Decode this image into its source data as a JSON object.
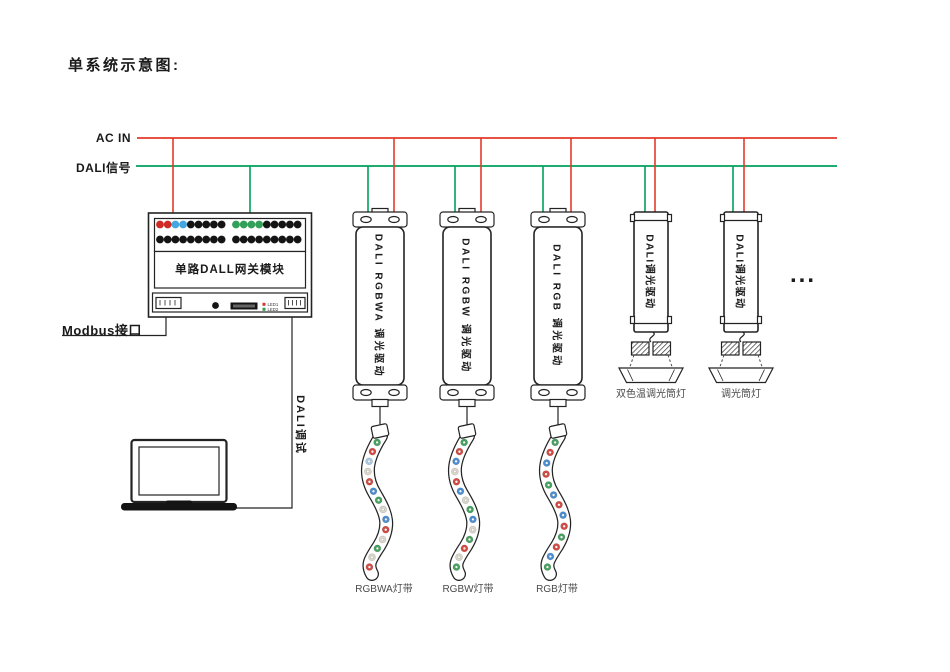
{
  "title": "单系统示意图:",
  "buses": {
    "ac_label": "AC IN",
    "dali_label": "DALI信号"
  },
  "colors": {
    "ac": "#e23a2a",
    "dali": "#00a05c",
    "led1": "#d03a2e",
    "led2": "#2f9e4f",
    "terminal": {
      "r": "#cf2b25",
      "b": "#46a6e0",
      "g": "#33a05a",
      "k": "#141414"
    },
    "led": {
      "G": "#44a45e",
      "R": "#d64a42",
      "B": "#4a8fd4",
      "LB": "#a9cde8",
      "W": "#ddd8cc"
    }
  },
  "gateway": {
    "label": "单路DALL网关模块",
    "led1": "LED1",
    "led2": "LED2",
    "terminals": {
      "row1_left": [
        "r",
        "r",
        "b",
        "b",
        "k",
        "k",
        "k",
        "k",
        "k"
      ],
      "row1_right": [
        "g",
        "g",
        "g",
        "g",
        "k",
        "k",
        "k",
        "k",
        "k"
      ],
      "row2_left": [
        "k",
        "k",
        "k",
        "k",
        "k",
        "k",
        "k",
        "k",
        "k"
      ],
      "row2_right": [
        "k",
        "k",
        "k",
        "k",
        "k",
        "k",
        "k",
        "k",
        "k"
      ]
    }
  },
  "modbus_label": "Modbus接口",
  "dali_debug_label": "DALI调试",
  "drivers": [
    {
      "label": "DALI RGBWA 调光驱动"
    },
    {
      "label": "DALI RGBW 调光驱动"
    },
    {
      "label": "DALI RGB 调光驱动"
    }
  ],
  "strips": [
    {
      "label": "RGBWA灯带",
      "leds": [
        "G",
        "R",
        "LB",
        "W",
        "R",
        "B",
        "G",
        "W",
        "B",
        "R",
        "W",
        "G",
        "W",
        "R"
      ]
    },
    {
      "label": "RGBW灯带",
      "leds": [
        "G",
        "R",
        "B",
        "W",
        "R",
        "B",
        "W",
        "G",
        "B",
        "W",
        "G",
        "R",
        "W",
        "G"
      ]
    },
    {
      "label": "RGB灯带",
      "leds": [
        "G",
        "R",
        "B",
        "R",
        "G",
        "B",
        "R",
        "B",
        "R",
        "G",
        "R",
        "B",
        "G"
      ]
    }
  ],
  "mini_drivers": [
    {
      "label": "DALI调光驱动",
      "fixture": "双色温调光筒灯"
    },
    {
      "label": "DALI调光驱动",
      "fixture": "调光筒灯"
    }
  ],
  "ellipsis": "..."
}
